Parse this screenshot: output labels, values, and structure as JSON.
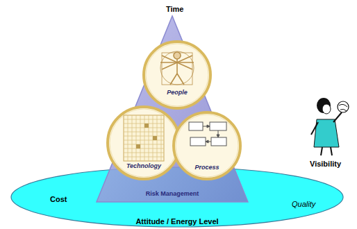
{
  "diagram": {
    "nodes": [
      {
        "text": [
          "Risk Management"
        ]
      },
      {
        "text": [
          "People"
        ],
        "in": 0
      },
      {
        "text": [
          "Technology"
        ],
        "in": 0
      },
      {
        "text": [
          "Process"
        ],
        "in": 0
      },
      {
        "text": [
          "Attitude / Energy Level"
        ]
      }
    ],
    "labels": [
      "Time",
      "Cost",
      "Quality",
      "Visibility"
    ]
  }
}
